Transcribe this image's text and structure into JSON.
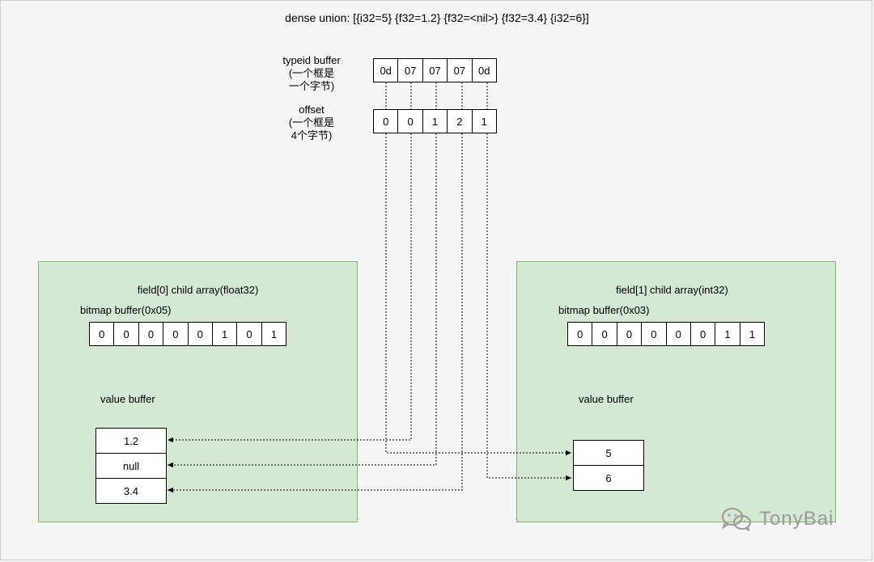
{
  "title": "dense union: [{i32=5} {f32=1.2} {f32=<nil>} {f32=3.4} {i32=6}]",
  "typeid": {
    "label_lines": [
      "typeid buffer",
      "(一个框是",
      "一个字节)"
    ],
    "cells": [
      "0d",
      "07",
      "07",
      "07",
      "0d"
    ]
  },
  "offset": {
    "label_lines": [
      "offset",
      "(一个框是",
      "4个字节)"
    ],
    "cells": [
      "0",
      "0",
      "1",
      "2",
      "1"
    ]
  },
  "left_child": {
    "title": "field[0] child array(float32)",
    "bitmap_label": "bitmap buffer(0x05)",
    "bitmap": [
      "0",
      "0",
      "0",
      "0",
      "0",
      "1",
      "0",
      "1"
    ],
    "value_label": "value buffer",
    "values": [
      "1.2",
      "null",
      "3.4"
    ]
  },
  "right_child": {
    "title": "field[1] child array(int32)",
    "bitmap_label": "bitmap buffer(0x03)",
    "bitmap": [
      "0",
      "0",
      "0",
      "0",
      "0",
      "0",
      "1",
      "1"
    ],
    "value_label": "value buffer",
    "values": [
      "5",
      "6"
    ]
  },
  "watermark": {
    "text": "TonyBai",
    "icon": "wechat-icon"
  }
}
